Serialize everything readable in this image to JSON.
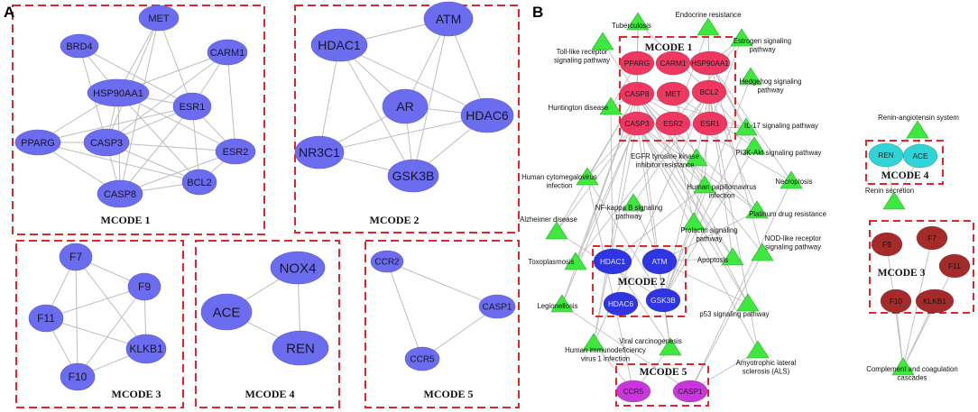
{
  "panel_labels": {
    "a": "A",
    "b": "B"
  },
  "colors": {
    "edge": "#bdbdbd",
    "cluster_box": "#e3252b",
    "pathway": "#3ee83e"
  },
  "panel_a": {
    "node_color": "#6c6cef",
    "modules": [
      {
        "title": "MCODE 1",
        "nodes": [
          "MET",
          "BRD4",
          "CARM1",
          "HSP90AA1",
          "ESR1",
          "PPARG",
          "CASP3",
          "ESR2",
          "BCL2",
          "CASP8"
        ],
        "edges": [
          [
            "MET",
            "HSP90AA1"
          ],
          [
            "MET",
            "ESR1"
          ],
          [
            "MET",
            "CASP3"
          ],
          [
            "MET",
            "CASP8"
          ],
          [
            "BRD4",
            "HSP90AA1"
          ],
          [
            "BRD4",
            "ESR1"
          ],
          [
            "BRD4",
            "CASP3"
          ],
          [
            "CARM1",
            "HSP90AA1"
          ],
          [
            "CARM1",
            "ESR1"
          ],
          [
            "CARM1",
            "ESR2"
          ],
          [
            "CARM1",
            "CASP3"
          ],
          [
            "HSP90AA1",
            "ESR1"
          ],
          [
            "HSP90AA1",
            "PPARG"
          ],
          [
            "HSP90AA1",
            "CASP3"
          ],
          [
            "HSP90AA1",
            "CASP8"
          ],
          [
            "HSP90AA1",
            "BCL2"
          ],
          [
            "HSP90AA1",
            "ESR2"
          ],
          [
            "ESR1",
            "PPARG"
          ],
          [
            "ESR1",
            "CASP3"
          ],
          [
            "ESR1",
            "ESR2"
          ],
          [
            "ESR1",
            "BCL2"
          ],
          [
            "ESR1",
            "CASP8"
          ],
          [
            "PPARG",
            "CASP3"
          ],
          [
            "PPARG",
            "CASP8"
          ],
          [
            "PPARG",
            "BCL2"
          ],
          [
            "CASP3",
            "CASP8"
          ],
          [
            "CASP3",
            "BCL2"
          ],
          [
            "CASP3",
            "ESR2"
          ],
          [
            "CASP8",
            "BCL2"
          ],
          [
            "CASP8",
            "ESR2"
          ],
          [
            "ESR2",
            "BCL2"
          ]
        ]
      },
      {
        "title": "MCODE 2",
        "nodes": [
          "ATM",
          "HDAC1",
          "AR",
          "HDAC6",
          "NR3C1",
          "GSK3B"
        ],
        "edges": [
          [
            "ATM",
            "HDAC1"
          ],
          [
            "ATM",
            "AR"
          ],
          [
            "ATM",
            "HDAC6"
          ],
          [
            "ATM",
            "GSK3B"
          ],
          [
            "HDAC1",
            "AR"
          ],
          [
            "HDAC1",
            "HDAC6"
          ],
          [
            "HDAC1",
            "NR3C1"
          ],
          [
            "HDAC1",
            "GSK3B"
          ],
          [
            "AR",
            "HDAC6"
          ],
          [
            "AR",
            "NR3C1"
          ],
          [
            "AR",
            "GSK3B"
          ],
          [
            "HDAC6",
            "NR3C1"
          ],
          [
            "HDAC6",
            "GSK3B"
          ],
          [
            "NR3C1",
            "GSK3B"
          ]
        ]
      },
      {
        "title": "MCODE 3",
        "nodes": [
          "F7",
          "F9",
          "F11",
          "KLKB1",
          "F10"
        ],
        "edges": [
          [
            "F7",
            "F9"
          ],
          [
            "F7",
            "F11"
          ],
          [
            "F7",
            "KLKB1"
          ],
          [
            "F7",
            "F10"
          ],
          [
            "F9",
            "F11"
          ],
          [
            "F9",
            "KLKB1"
          ],
          [
            "F9",
            "F10"
          ],
          [
            "F11",
            "KLKB1"
          ],
          [
            "F11",
            "F10"
          ],
          [
            "KLKB1",
            "F10"
          ]
        ]
      },
      {
        "title": "MCODE 4",
        "nodes": [
          "NOX4",
          "ACE",
          "REN"
        ],
        "edges": [
          [
            "NOX4",
            "ACE"
          ],
          [
            "NOX4",
            "REN"
          ],
          [
            "ACE",
            "REN"
          ]
        ]
      },
      {
        "title": "MCODE 5",
        "nodes": [
          "CCR2",
          "CASP1",
          "CCR5"
        ],
        "edges": [
          [
            "CCR2",
            "CASP1"
          ],
          [
            "CCR2",
            "CCR5"
          ],
          [
            "CASP1",
            "CCR5"
          ]
        ]
      }
    ]
  },
  "panel_b": {
    "modules": [
      {
        "title": "MCODE 1",
        "color": "#ef3861",
        "nodes": [
          "PPARG",
          "CARM1",
          "HSP90AA1",
          "CASP8",
          "MET",
          "BCL2",
          "CASP3",
          "ESR2",
          "ESR1"
        ]
      },
      {
        "title": "MCODE 2",
        "color": "#2f35e2",
        "nodes": [
          "HDAC1",
          "ATM",
          "HDAC6",
          "GSK3B"
        ]
      },
      {
        "title": "MCODE 3",
        "color": "#a52b2b",
        "nodes": [
          "F9",
          "F7",
          "F11",
          "F10",
          "KLKB1"
        ]
      },
      {
        "title": "MCODE 4",
        "color": "#2fd4d7",
        "nodes": [
          "REN",
          "ACE"
        ]
      },
      {
        "title": "MCODE 5",
        "color": "#c936dc",
        "nodes": [
          "CCR5",
          "CASP1"
        ]
      }
    ],
    "pathways": [
      {
        "lines": [
          "Tuberculosis"
        ],
        "genes": [
          "CASP8",
          "CASP3",
          "BCL2"
        ]
      },
      {
        "lines": [
          "Endocrine resistance"
        ],
        "genes": [
          "ESR1",
          "ESR2",
          "BCL2"
        ]
      },
      {
        "lines": [
          "Toll-like receptor",
          "signaling pathway"
        ],
        "genes": [
          "CASP8"
        ]
      },
      {
        "lines": [
          "Estrogen signaling",
          "pathway"
        ],
        "genes": [
          "ESR1",
          "ESR2",
          "HSP90AA1"
        ]
      },
      {
        "lines": [
          "Hedgehog signaling",
          "pathway"
        ],
        "genes": [
          "GSK3B"
        ]
      },
      {
        "lines": [
          "Huntington disease"
        ],
        "genes": [
          "CASP3",
          "CASP8",
          "HDAC1",
          "PPARG"
        ]
      },
      {
        "lines": [
          "IL-17 signaling pathway"
        ],
        "genes": [
          "CASP3",
          "CASP8",
          "HSP90AA1",
          "GSK3B"
        ]
      },
      {
        "lines": [
          "Renin-angiotensin system"
        ],
        "genes": [
          "REN",
          "ACE"
        ]
      },
      {
        "lines": [
          "PI3K-Akt signaling pathway"
        ],
        "genes": [
          "BCL2",
          "MET",
          "HSP90AA1",
          "GSK3B"
        ]
      },
      {
        "lines": [
          "EGFR tyrosine kinase",
          "inhibitor resistance"
        ],
        "genes": [
          "MET",
          "BCL2",
          "GSK3B"
        ]
      },
      {
        "lines": [
          "Human cytomegalovirus",
          "infection"
        ],
        "genes": [
          "CASP3",
          "CASP8",
          "GSK3B",
          "CCR5"
        ]
      },
      {
        "lines": [
          "Necroptosis"
        ],
        "genes": [
          "CASP8",
          "CASP1",
          "HSP90AA1"
        ]
      },
      {
        "lines": [
          "Human papillomavirus",
          "infection"
        ],
        "genes": [
          "CASP3",
          "CASP8",
          "BCL2",
          "HDAC1",
          "GSK3B"
        ]
      },
      {
        "lines": [
          "Renin secretion"
        ],
        "genes": [
          "REN",
          "ACE"
        ]
      },
      {
        "lines": [
          "NF-kappa B signaling",
          "pathway"
        ],
        "genes": [
          "BCL2",
          "ATM"
        ]
      },
      {
        "lines": [
          "Platinum drug resistance"
        ],
        "genes": [
          "BCL2",
          "CASP3",
          "CASP8",
          "ATM"
        ]
      },
      {
        "lines": [
          "Alzheimer disease"
        ],
        "genes": [
          "CASP3",
          "CASP8",
          "GSK3B"
        ]
      },
      {
        "lines": [
          "Prolactin signaling",
          "pathway"
        ],
        "genes": [
          "ESR1",
          "ESR2",
          "GSK3B"
        ]
      },
      {
        "lines": [
          "Toxoplasmosis"
        ],
        "genes": [
          "CASP3",
          "CASP8",
          "BCL2"
        ]
      },
      {
        "lines": [
          "Apoptosis"
        ],
        "genes": [
          "CASP3",
          "CASP8",
          "BCL2",
          "ATM"
        ]
      },
      {
        "lines": [
          "NOD-like receptor",
          "signaling pathway"
        ],
        "genes": [
          "CASP1",
          "CASP8",
          "HSP90AA1"
        ]
      },
      {
        "lines": [
          "Legionellosis"
        ],
        "genes": [
          "CASP3",
          "CASP8",
          "CASP1"
        ]
      },
      {
        "lines": [
          "p53 signaling pathway"
        ],
        "genes": [
          "CASP3",
          "CASP8",
          "ATM"
        ]
      },
      {
        "lines": [
          "Amyotrophic lateral",
          "sclerosis (ALS)"
        ],
        "genes": [
          "BCL2",
          "CASP3",
          "CASP1"
        ]
      },
      {
        "lines": [
          "Viral carcinogenesis"
        ],
        "genes": [
          "CASP3",
          "CASP8",
          "HDAC1",
          "CCR5"
        ]
      },
      {
        "lines": [
          "Human immunodeficiency",
          "virus 1 infection"
        ],
        "genes": [
          "CASP3",
          "CASP8",
          "BCL2",
          "CCR5"
        ]
      },
      {
        "lines": [
          "Complement and coagulation",
          "cascades"
        ],
        "genes": [
          "F7",
          "F9",
          "F10",
          "F11",
          "KLKB1"
        ]
      }
    ]
  }
}
